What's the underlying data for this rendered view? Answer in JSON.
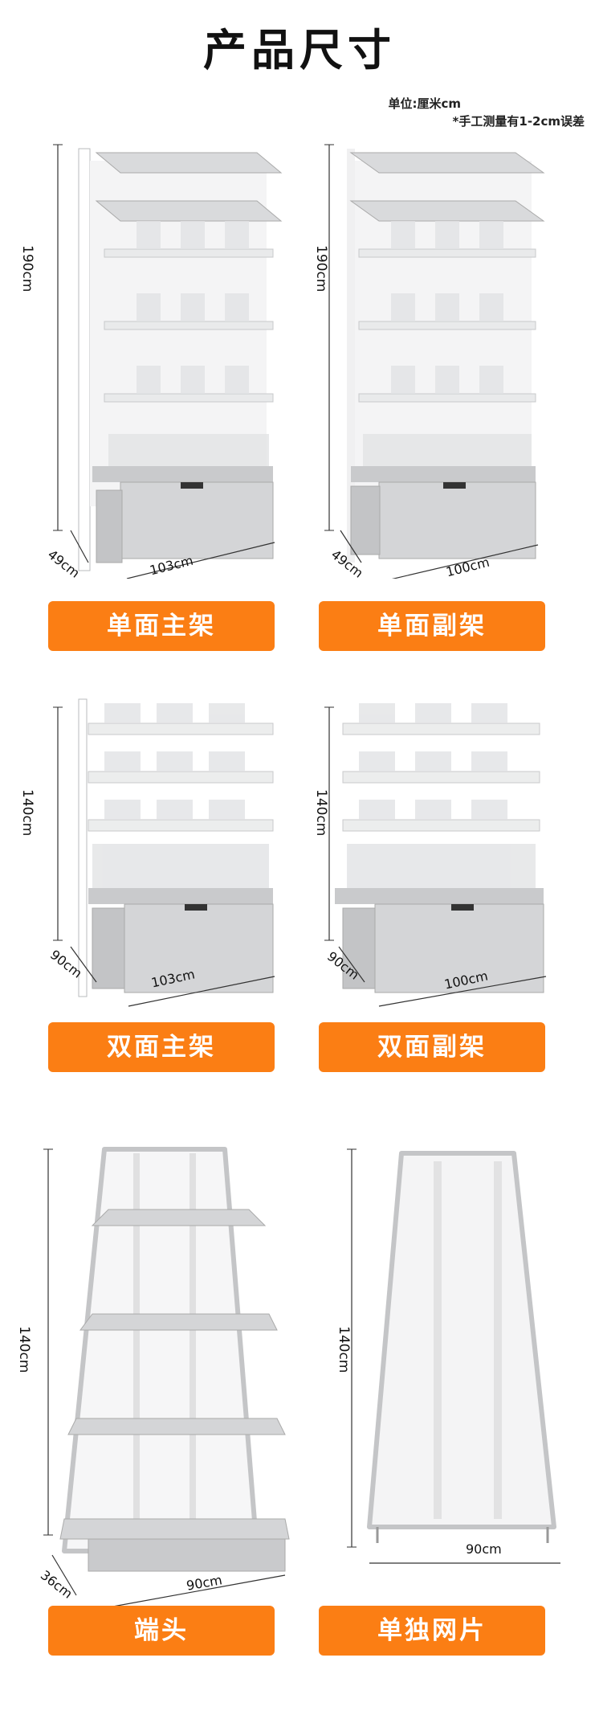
{
  "page": {
    "title": "产品尺寸",
    "unit_note": "单位:厘米cm",
    "error_note": "*手工测量有1-2cm误差"
  },
  "products": [
    {
      "name": "单面主架",
      "height": "190cm",
      "depth": "49cm",
      "width": "103cm"
    },
    {
      "name": "单面副架",
      "height": "190cm",
      "depth": "49cm",
      "width": "100cm"
    },
    {
      "name": "双面主架",
      "height": "140cm",
      "depth": "90cm",
      "width": "103cm"
    },
    {
      "name": "双面副架",
      "height": "140cm",
      "depth": "90cm",
      "width": "100cm"
    },
    {
      "name": "端头",
      "height": "140cm",
      "depth": "36cm",
      "width": "90cm"
    },
    {
      "name": "单独网片",
      "height": "140cm",
      "width": "90cm"
    }
  ],
  "colors": {
    "accent": "#fb7e14",
    "shelf": "#d9dadc",
    "frame": "#ffffff",
    "outline": "#b9bbbe"
  }
}
